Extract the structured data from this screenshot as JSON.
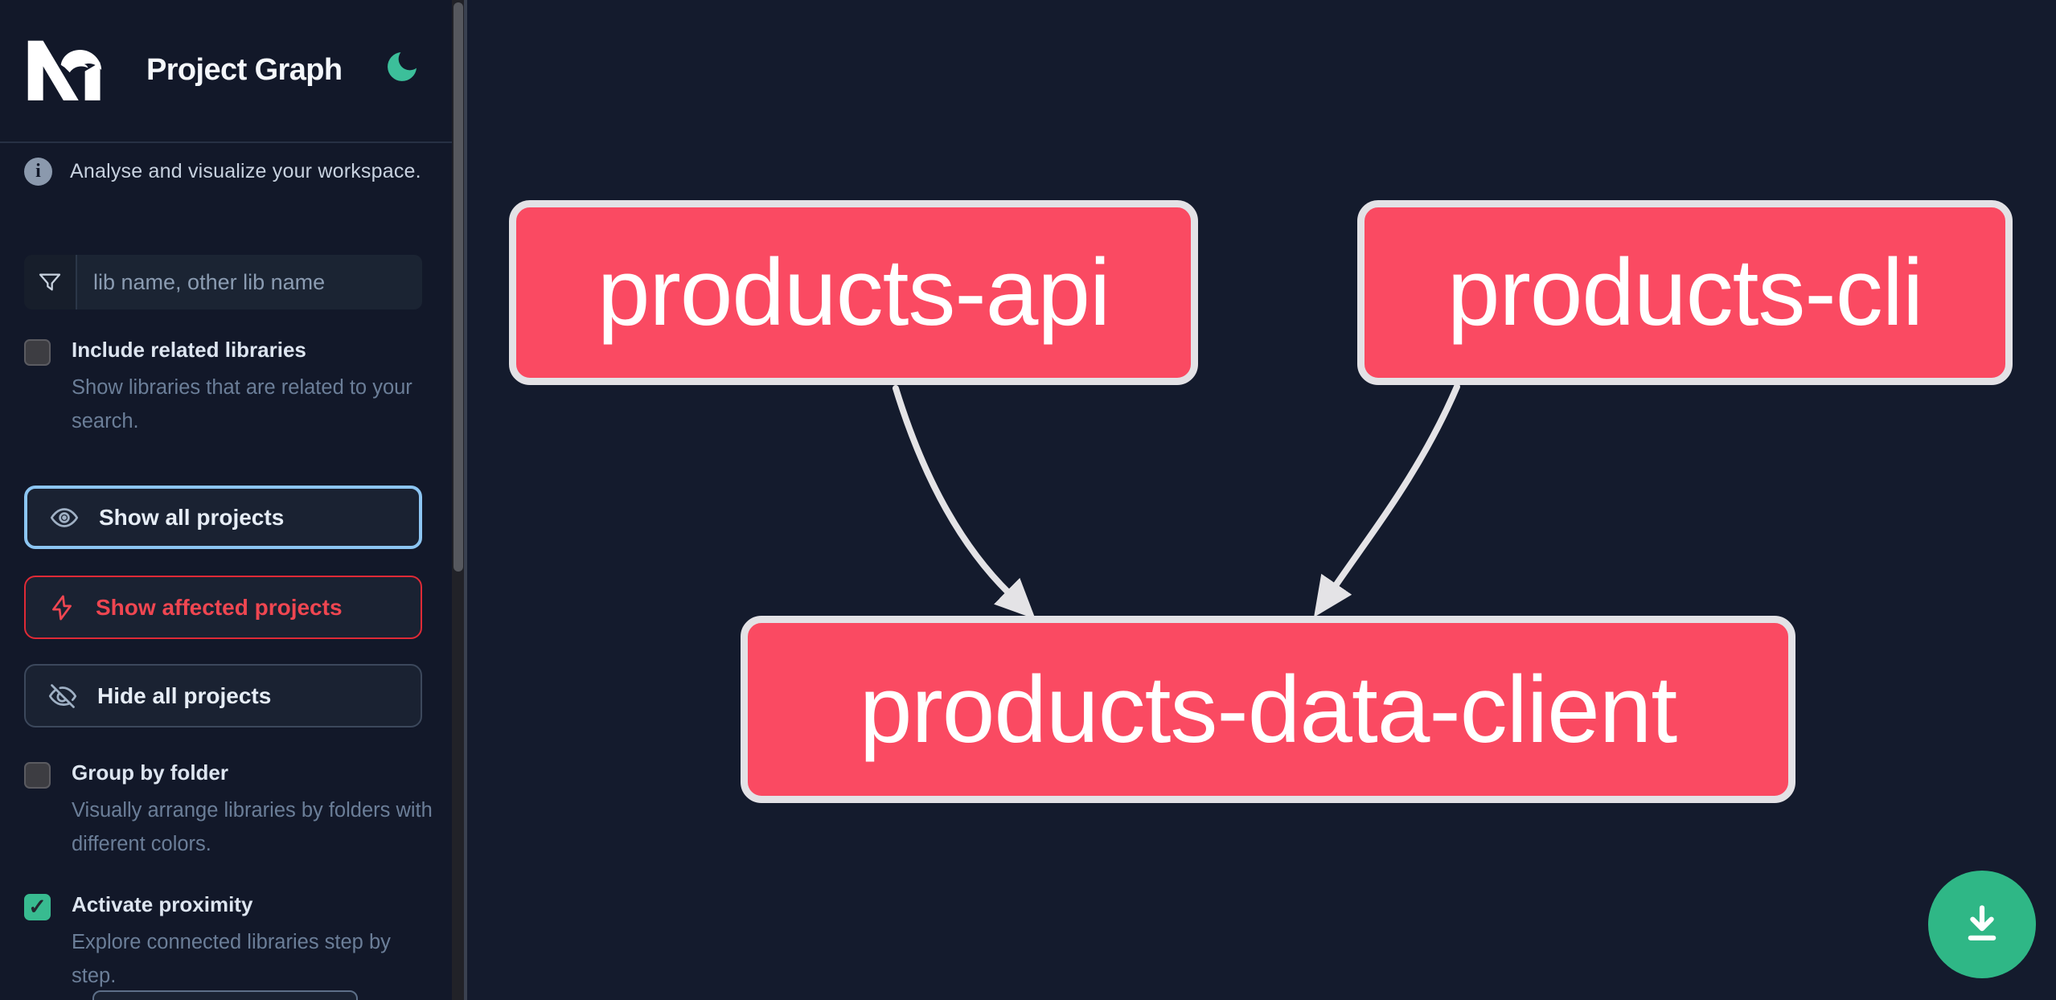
{
  "app": {
    "title": "Project Graph"
  },
  "colors": {
    "sidebar_bg": "#121829",
    "canvas_bg": "#141b2d",
    "node_affected_fill": "#fa4a62",
    "node_border": "#e3e2e6",
    "edge": "#e4e3e6",
    "focus_blue_border": "#8cc5f2",
    "danger_red": "#df2a36",
    "checkbox_checked_green": "#38bb90",
    "moon_green": "#3cbf9a",
    "fab_green": "#2fb786"
  },
  "header": {
    "logo": "nx-logo",
    "theme_toggle": "moon-icon"
  },
  "sidebar": {
    "info_text": "Analyse and visualize your workspace.",
    "search": {
      "placeholder": "lib name, other lib name",
      "value": "",
      "icon": "filter-funnel-icon"
    },
    "toggles": [
      {
        "label": "Include related libraries",
        "description": "Show libraries that are related to your search.",
        "checked": false,
        "glyph": ""
      },
      {
        "label": "Group by folder",
        "description": "Visually arrange libraries by folders with different colors.",
        "checked": false,
        "glyph": ""
      },
      {
        "label": "Activate proximity",
        "description": "Explore connected libraries step by step.",
        "checked": true,
        "glyph": "✓"
      }
    ],
    "buttons": [
      {
        "label": "Show all projects",
        "icon": "eye-icon"
      },
      {
        "label": "Show affected projects",
        "icon": "lightning-bolt-icon"
      },
      {
        "label": "Hide all projects",
        "icon": "eye-off-icon"
      }
    ]
  },
  "graph": {
    "nodes": [
      {
        "label": "products-api"
      },
      {
        "label": "products-cli"
      },
      {
        "label": "products-data-client"
      }
    ],
    "edges": [
      {
        "from": "products-api",
        "to": "products-data-client"
      },
      {
        "from": "products-cli",
        "to": "products-data-client"
      }
    ]
  },
  "fab": {
    "icon": "download-icon"
  }
}
